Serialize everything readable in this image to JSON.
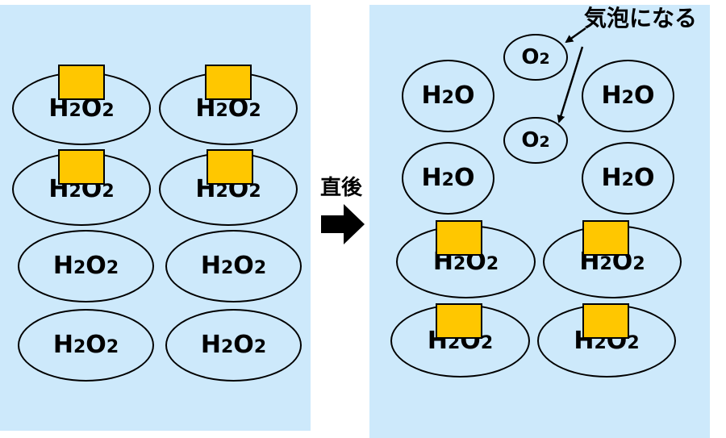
{
  "before": {
    "molecules": [
      {
        "main": "H",
        "sub1": "2",
        "main2": "O",
        "sub2": "2",
        "enzyme": true
      },
      {
        "main": "H",
        "sub1": "2",
        "main2": "O",
        "sub2": "2",
        "enzyme": true
      },
      {
        "main": "H",
        "sub1": "2",
        "main2": "O",
        "sub2": "2",
        "enzyme": true
      },
      {
        "main": "H",
        "sub1": "2",
        "main2": "O",
        "sub2": "2",
        "enzyme": true
      },
      {
        "main": "H",
        "sub1": "2",
        "main2": "O",
        "sub2": "2",
        "enzyme": false
      },
      {
        "main": "H",
        "sub1": "2",
        "main2": "O",
        "sub2": "2",
        "enzyme": false
      },
      {
        "main": "H",
        "sub1": "2",
        "main2": "O",
        "sub2": "2",
        "enzyme": false
      },
      {
        "main": "H",
        "sub1": "2",
        "main2": "O",
        "sub2": "2",
        "enzyme": false
      }
    ]
  },
  "transition": {
    "label": "直後"
  },
  "after": {
    "bubble_label": "気泡になる",
    "oxygen": [
      {
        "main": "O",
        "sub": "2"
      },
      {
        "main": "O",
        "sub": "2"
      }
    ],
    "water": [
      {
        "main": "H",
        "sub": "2",
        "main2": "O"
      },
      {
        "main": "H",
        "sub": "2",
        "main2": "O"
      },
      {
        "main": "H",
        "sub": "2",
        "main2": "O"
      },
      {
        "main": "H",
        "sub": "2",
        "main2": "O"
      }
    ],
    "peroxide": [
      {
        "main": "H",
        "sub1": "2",
        "main2": "O",
        "sub2": "2",
        "enzyme": true
      },
      {
        "main": "H",
        "sub1": "2",
        "main2": "O",
        "sub2": "2",
        "enzyme": true
      },
      {
        "main": "H",
        "sub1": "2",
        "main2": "O",
        "sub2": "2",
        "enzyme": true
      },
      {
        "main": "H",
        "sub1": "2",
        "main2": "O",
        "sub2": "2",
        "enzyme": true
      }
    ]
  },
  "colors": {
    "background": "#cde9fb",
    "enzyme": "#ffc700",
    "outline": "#000000"
  }
}
